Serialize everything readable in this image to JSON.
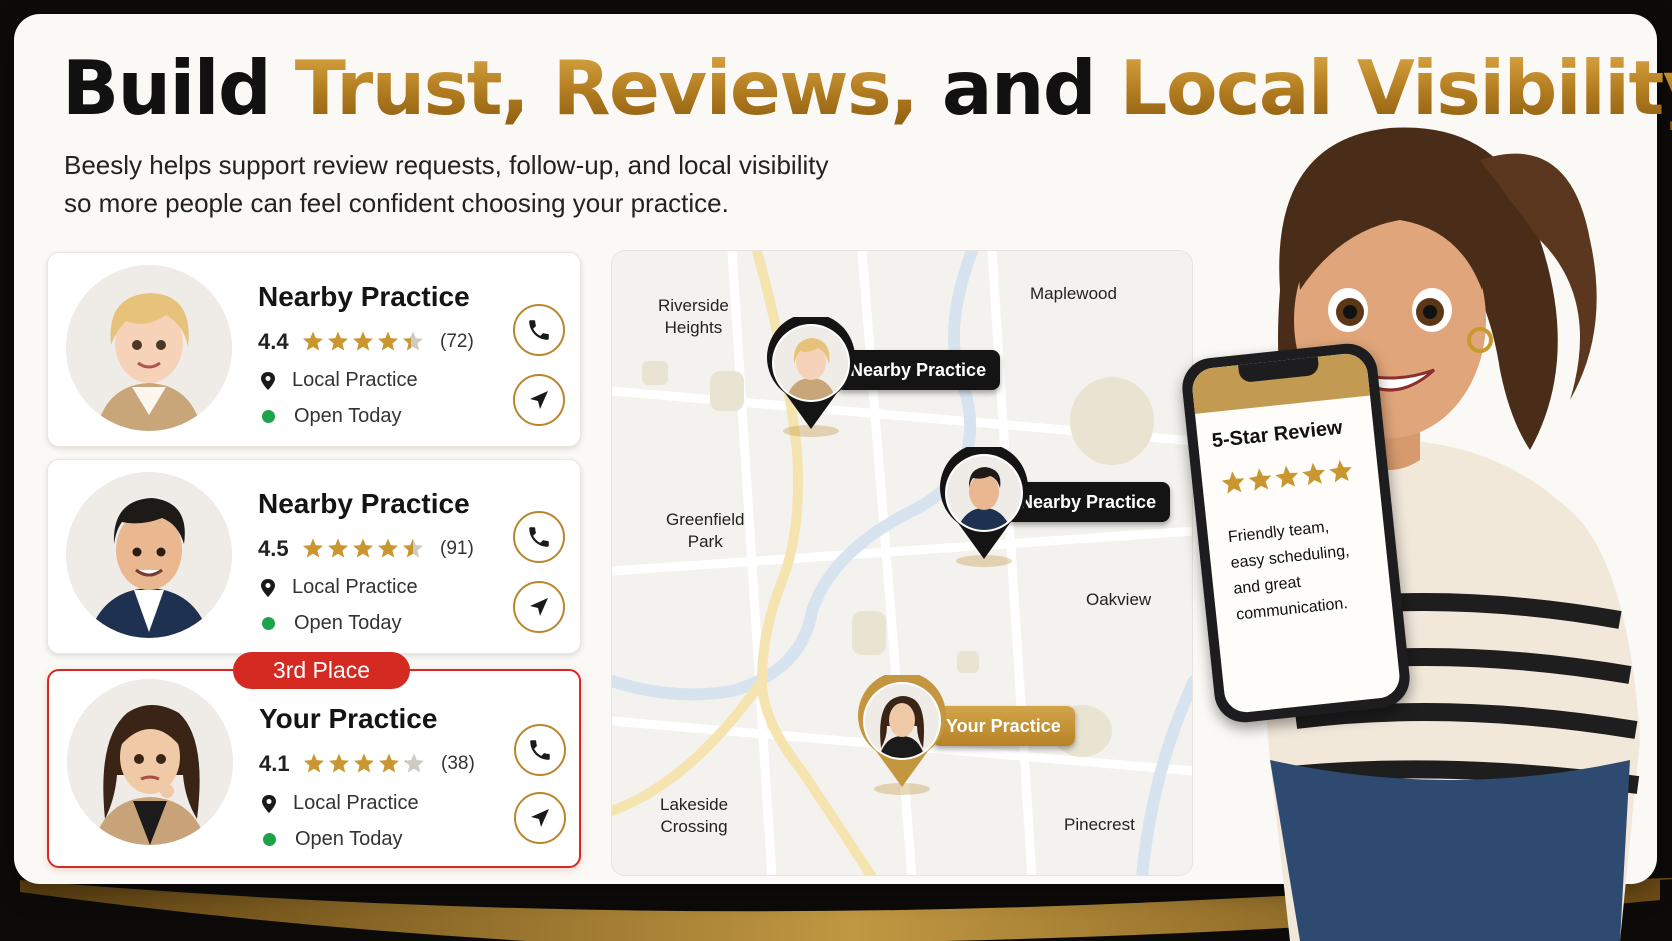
{
  "headline": {
    "part1": "Build",
    "part2": "Trust, Reviews,",
    "part3": "and",
    "part4": "Local Visibility"
  },
  "subtitle": {
    "line1": "Beesly helps support review requests, follow-up, and local visibility",
    "line2": "so more people can feel confident choosing your practice."
  },
  "practices": [
    {
      "name": "Nearby Practice",
      "rating": "4.4",
      "rating_value": 4.4,
      "count": "(72)",
      "location": "Local Practice",
      "status": "Open Today"
    },
    {
      "name": "Nearby Practice",
      "rating": "4.5",
      "rating_value": 4.5,
      "count": "(91)",
      "location": "Local Practice",
      "status": "Open Today"
    },
    {
      "name": "Your Practice",
      "rating": "4.1",
      "rating_value": 4.1,
      "count": "(38)",
      "location": "Local Practice",
      "status": "Open Today",
      "badge": "3rd Place"
    }
  ],
  "map": {
    "labels": {
      "riverside_1": "Riverside",
      "riverside_2": "Heights",
      "maplewood": "Maplewood",
      "greenfield_1": "Greenfield",
      "greenfield_2": "Park",
      "oakview": "Oakview",
      "lakeside_1": "Lakeside",
      "lakeside_2": "Crossing",
      "pinecrest": "Pinecrest"
    },
    "markers": [
      {
        "label": "Nearby Practice",
        "style": "dark"
      },
      {
        "label": "Nearby Practice",
        "style": "dark"
      },
      {
        "label": "Your Practice",
        "style": "gold"
      }
    ]
  },
  "phone": {
    "review_title": "5-Star Review",
    "stars": 5,
    "review_line1": "Friendly team,",
    "review_line2": "easy scheduling,",
    "review_line3": "and great",
    "review_line4": "communication."
  },
  "colors": {
    "gold": "#b9862e",
    "badge_red": "#d42a22",
    "open_green": "#1ea34b",
    "star_gold": "#c9962f"
  },
  "icons": [
    "phone-icon",
    "navigate-icon",
    "location-pin-icon",
    "open-status-dot"
  ]
}
